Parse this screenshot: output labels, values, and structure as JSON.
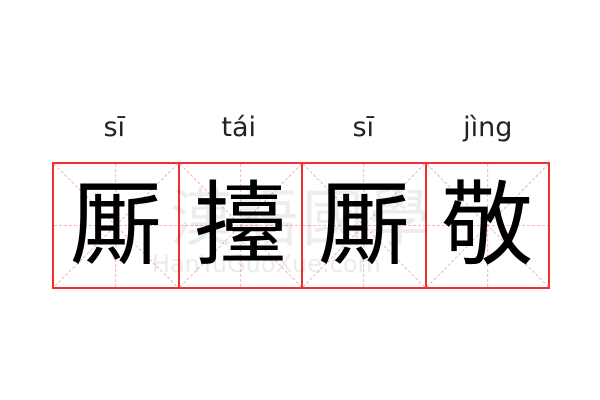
{
  "pinyin": [
    "sī",
    "tái",
    "sī",
    "jìng"
  ],
  "characters": [
    "厮",
    "擡",
    "厮",
    "敬"
  ],
  "watermark": {
    "chinese": "漢語國學",
    "url": "HanYuGuoXue.com"
  },
  "colors": {
    "border": "#f03030",
    "guide": "#f4a0a0",
    "text": "#000000"
  }
}
